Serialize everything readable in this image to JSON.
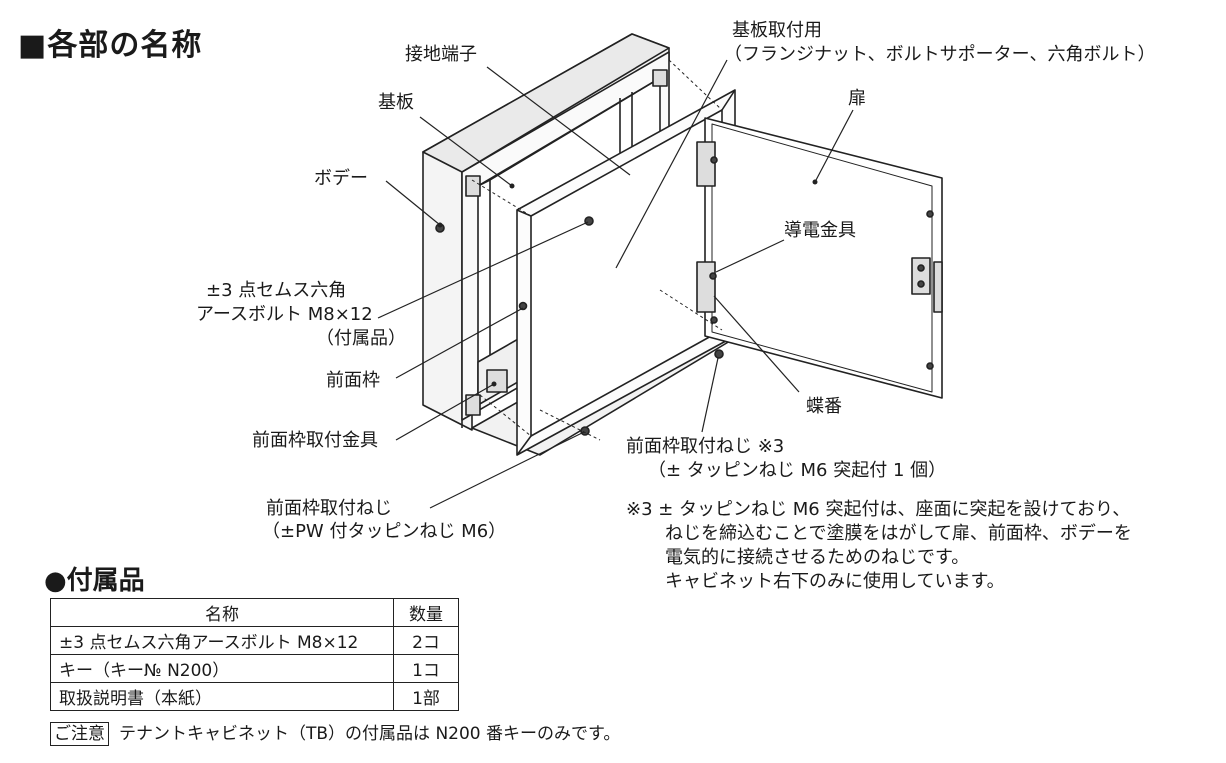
{
  "title": "■各部の名称",
  "labels": {
    "ground_terminal": "接地端子",
    "substrate_mount_1": "基板取付用",
    "substrate_mount_2": "（フランジナット、ボルトサポーター、六角ボルト）",
    "substrate": "基板",
    "door": "扉",
    "body": "ボデー",
    "conductive_fitting": "導電金具",
    "earth_bolt_1": "±3 点セムス六角",
    "earth_bolt_2": "アースボルト M8×12",
    "earth_bolt_3": "（付属品）",
    "front_frame": "前面枠",
    "hinge": "蝶番",
    "front_frame_fitting": "前面枠取付金具",
    "front_frame_screw3_1": "前面枠取付ねじ ※3",
    "front_frame_screw3_2": "（± タッピンねじ M6 突起付 1 個）",
    "front_frame_screw_1": "前面枠取付ねじ",
    "front_frame_screw_2": "（±PW 付タッピンねじ M6）"
  },
  "note": [
    "※3 ± タッピンねじ M6 突起付は、座面に突起を設けており、",
    "ねじを締込むことで塗膜をはがして扉、前面枠、ボデーを",
    "電気的に接続させるためのねじです。",
    "キャビネット右下のみに使用しています。"
  ],
  "accessories": {
    "heading": "●付属品",
    "columns": [
      "名称",
      "数量"
    ],
    "rows": [
      {
        "name": "±3 点セムス六角アースボルト M8×12",
        "qty": "2コ"
      },
      {
        "name": "キー（キー№ N200）",
        "qty": "1コ"
      },
      {
        "name": "取扱説明書（本紙）",
        "qty": "1部"
      }
    ]
  },
  "caution": {
    "tag": "ご注意",
    "text": "テナントキャビネット（TB）の付属品は N200 番キーのみです。"
  }
}
